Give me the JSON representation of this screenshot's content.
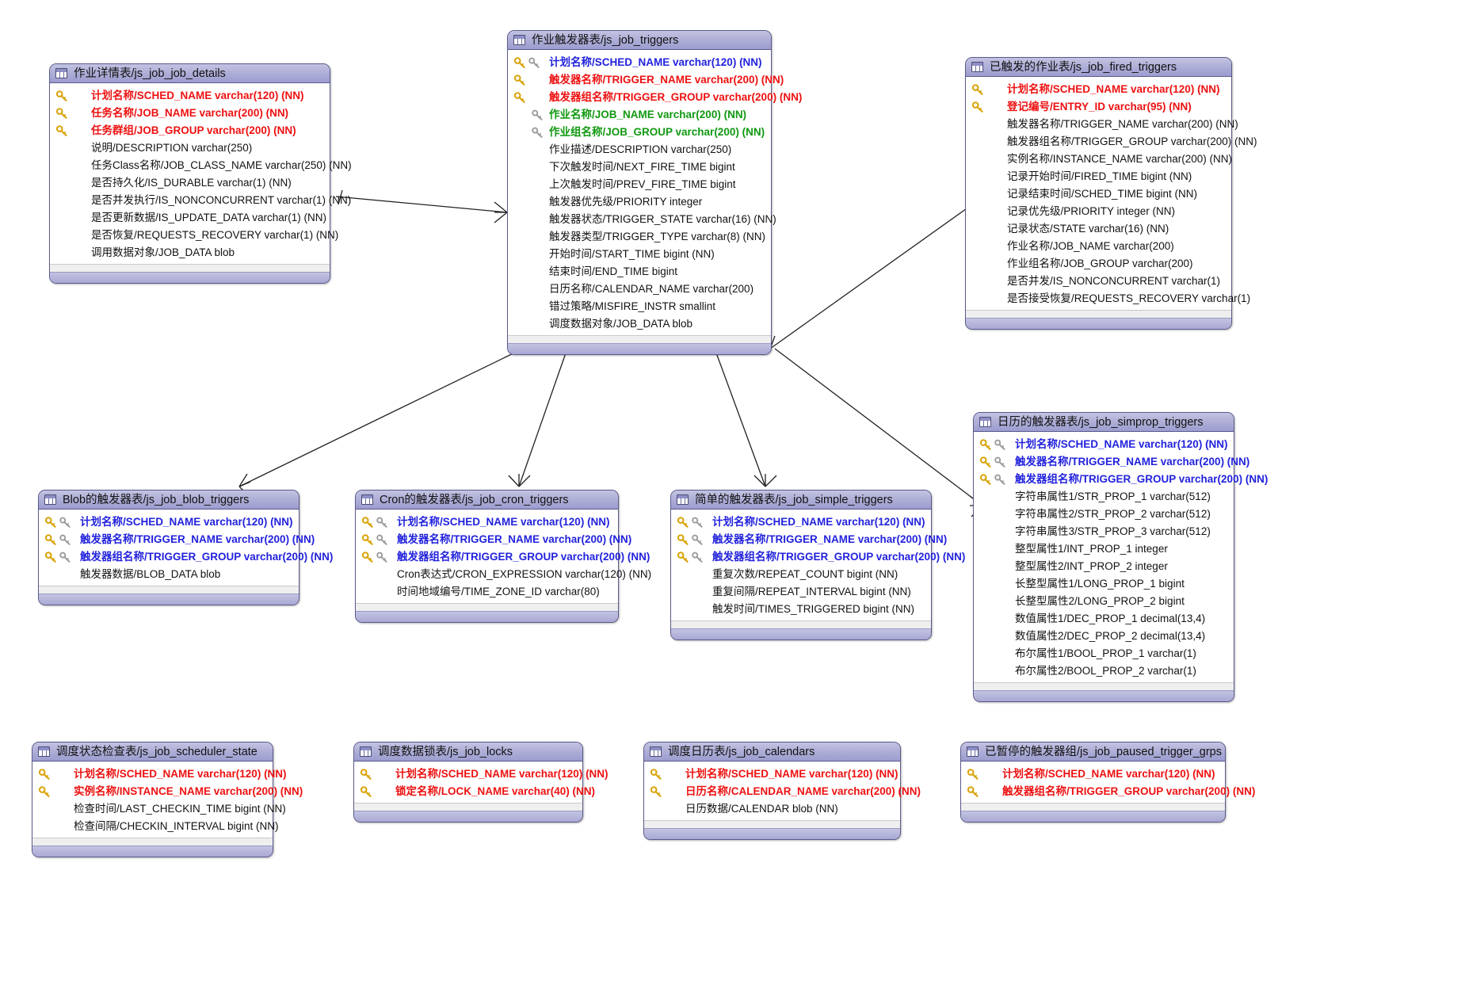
{
  "diagram": {
    "title": "Quartz Scheduler ER Diagram",
    "colors": {
      "pk": "#ee1111",
      "pk_fk": "#2222dd",
      "fk": "#119911",
      "plain": "#111111",
      "header_bg": "#b0b0d8",
      "border": "#5a5a8c",
      "background": "#ffffff"
    },
    "legend": {
      "pk_key_icon": "gold-key-icon",
      "fk_key_icon": "gray-key-icon",
      "table_icon": "table-icon"
    }
  },
  "entities": [
    {
      "id": "job_details",
      "title": "作业详情表/js_job_job_details",
      "fields": [
        {
          "text": "计划名称/SCHED_NAME varchar(120) (NN)",
          "cls": "pk",
          "pk": true,
          "fk": false
        },
        {
          "text": "任务名称/JOB_NAME varchar(200) (NN)",
          "cls": "pk",
          "pk": true,
          "fk": false
        },
        {
          "text": "任务群组/JOB_GROUP varchar(200) (NN)",
          "cls": "pk",
          "pk": true,
          "fk": false
        },
        {
          "text": "说明/DESCRIPTION varchar(250)",
          "cls": "plain",
          "pk": false,
          "fk": false
        },
        {
          "text": "任务Class名称/JOB_CLASS_NAME varchar(250) (NN)",
          "cls": "plain",
          "pk": false,
          "fk": false
        },
        {
          "text": "是否持久化/IS_DURABLE varchar(1) (NN)",
          "cls": "plain",
          "pk": false,
          "fk": false
        },
        {
          "text": "是否并发执行/IS_NONCONCURRENT varchar(1) (NN)",
          "cls": "plain",
          "pk": false,
          "fk": false
        },
        {
          "text": "是否更新数据/IS_UPDATE_DATA varchar(1) (NN)",
          "cls": "plain",
          "pk": false,
          "fk": false
        },
        {
          "text": "是否恢复/REQUESTS_RECOVERY varchar(1) (NN)",
          "cls": "plain",
          "pk": false,
          "fk": false
        },
        {
          "text": "调用数据对象/JOB_DATA blob",
          "cls": "plain",
          "pk": false,
          "fk": false
        }
      ]
    },
    {
      "id": "job_triggers",
      "title": "作业触发器表/js_job_triggers",
      "fields": [
        {
          "text": "计划名称/SCHED_NAME varchar(120) (NN)",
          "cls": "pkfk",
          "pk": true,
          "fk": true
        },
        {
          "text": "触发器名称/TRIGGER_NAME varchar(200) (NN)",
          "cls": "pk",
          "pk": true,
          "fk": false
        },
        {
          "text": "触发器组名称/TRIGGER_GROUP varchar(200) (NN)",
          "cls": "pk",
          "pk": true,
          "fk": false
        },
        {
          "text": "作业名称/JOB_NAME varchar(200) (NN)",
          "cls": "fk",
          "pk": false,
          "fk": true
        },
        {
          "text": "作业组名称/JOB_GROUP varchar(200) (NN)",
          "cls": "fk",
          "pk": false,
          "fk": true
        },
        {
          "text": "作业描述/DESCRIPTION varchar(250)",
          "cls": "plain",
          "pk": false,
          "fk": false
        },
        {
          "text": "下次触发时间/NEXT_FIRE_TIME bigint",
          "cls": "plain",
          "pk": false,
          "fk": false
        },
        {
          "text": "上次触发时间/PREV_FIRE_TIME bigint",
          "cls": "plain",
          "pk": false,
          "fk": false
        },
        {
          "text": "触发器优先级/PRIORITY integer",
          "cls": "plain",
          "pk": false,
          "fk": false
        },
        {
          "text": "触发器状态/TRIGGER_STATE varchar(16) (NN)",
          "cls": "plain",
          "pk": false,
          "fk": false
        },
        {
          "text": "触发器类型/TRIGGER_TYPE varchar(8) (NN)",
          "cls": "plain",
          "pk": false,
          "fk": false
        },
        {
          "text": "开始时间/START_TIME bigint (NN)",
          "cls": "plain",
          "pk": false,
          "fk": false
        },
        {
          "text": "结束时间/END_TIME bigint",
          "cls": "plain",
          "pk": false,
          "fk": false
        },
        {
          "text": "日历名称/CALENDAR_NAME varchar(200)",
          "cls": "plain",
          "pk": false,
          "fk": false
        },
        {
          "text": "错过策略/MISFIRE_INSTR smallint",
          "cls": "plain",
          "pk": false,
          "fk": false
        },
        {
          "text": "调度数据对象/JOB_DATA blob",
          "cls": "plain",
          "pk": false,
          "fk": false
        }
      ]
    },
    {
      "id": "fired_triggers",
      "title": "已触发的作业表/js_job_fired_triggers",
      "fields": [
        {
          "text": "计划名称/SCHED_NAME varchar(120) (NN)",
          "cls": "pk",
          "pk": true,
          "fk": false
        },
        {
          "text": "登记编号/ENTRY_ID varchar(95) (NN)",
          "cls": "pk",
          "pk": true,
          "fk": false
        },
        {
          "text": "触发器名称/TRIGGER_NAME varchar(200) (NN)",
          "cls": "plain",
          "pk": false,
          "fk": false
        },
        {
          "text": "触发器组名称/TRIGGER_GROUP varchar(200) (NN)",
          "cls": "plain",
          "pk": false,
          "fk": false
        },
        {
          "text": "实例名称/INSTANCE_NAME varchar(200) (NN)",
          "cls": "plain",
          "pk": false,
          "fk": false
        },
        {
          "text": "记录开始时间/FIRED_TIME bigint (NN)",
          "cls": "plain",
          "pk": false,
          "fk": false
        },
        {
          "text": "记录结束时间/SCHED_TIME bigint (NN)",
          "cls": "plain",
          "pk": false,
          "fk": false
        },
        {
          "text": "记录优先级/PRIORITY integer (NN)",
          "cls": "plain",
          "pk": false,
          "fk": false
        },
        {
          "text": "记录状态/STATE varchar(16) (NN)",
          "cls": "plain",
          "pk": false,
          "fk": false
        },
        {
          "text": "作业名称/JOB_NAME varchar(200)",
          "cls": "plain",
          "pk": false,
          "fk": false
        },
        {
          "text": "作业组名称/JOB_GROUP varchar(200)",
          "cls": "plain",
          "pk": false,
          "fk": false
        },
        {
          "text": "是否并发/IS_NONCONCURRENT varchar(1)",
          "cls": "plain",
          "pk": false,
          "fk": false
        },
        {
          "text": "是否接受恢复/REQUESTS_RECOVERY varchar(1)",
          "cls": "plain",
          "pk": false,
          "fk": false
        }
      ]
    },
    {
      "id": "simprop_triggers",
      "title": "日历的触发器表/js_job_simprop_triggers",
      "fields": [
        {
          "text": "计划名称/SCHED_NAME varchar(120) (NN)",
          "cls": "pkfk",
          "pk": true,
          "fk": true
        },
        {
          "text": "触发器名称/TRIGGER_NAME varchar(200) (NN)",
          "cls": "pkfk",
          "pk": true,
          "fk": true
        },
        {
          "text": "触发器组名称/TRIGGER_GROUP varchar(200) (NN)",
          "cls": "pkfk",
          "pk": true,
          "fk": true
        },
        {
          "text": "字符串属性1/STR_PROP_1 varchar(512)",
          "cls": "plain",
          "pk": false,
          "fk": false
        },
        {
          "text": "字符串属性2/STR_PROP_2 varchar(512)",
          "cls": "plain",
          "pk": false,
          "fk": false
        },
        {
          "text": "字符串属性3/STR_PROP_3 varchar(512)",
          "cls": "plain",
          "pk": false,
          "fk": false
        },
        {
          "text": "整型属性1/INT_PROP_1 integer",
          "cls": "plain",
          "pk": false,
          "fk": false
        },
        {
          "text": "整型属性2/INT_PROP_2 integer",
          "cls": "plain",
          "pk": false,
          "fk": false
        },
        {
          "text": "长整型属性1/LONG_PROP_1 bigint",
          "cls": "plain",
          "pk": false,
          "fk": false
        },
        {
          "text": "长整型属性2/LONG_PROP_2 bigint",
          "cls": "plain",
          "pk": false,
          "fk": false
        },
        {
          "text": "数值属性1/DEC_PROP_1 decimal(13,4)",
          "cls": "plain",
          "pk": false,
          "fk": false
        },
        {
          "text": "数值属性2/DEC_PROP_2 decimal(13,4)",
          "cls": "plain",
          "pk": false,
          "fk": false
        },
        {
          "text": "布尔属性1/BOOL_PROP_1 varchar(1)",
          "cls": "plain",
          "pk": false,
          "fk": false
        },
        {
          "text": "布尔属性2/BOOL_PROP_2 varchar(1)",
          "cls": "plain",
          "pk": false,
          "fk": false
        }
      ]
    },
    {
      "id": "blob_triggers",
      "title": "Blob的触发器表/js_job_blob_triggers",
      "fields": [
        {
          "text": "计划名称/SCHED_NAME varchar(120) (NN)",
          "cls": "pkfk",
          "pk": true,
          "fk": true
        },
        {
          "text": "触发器名称/TRIGGER_NAME varchar(200) (NN)",
          "cls": "pkfk",
          "pk": true,
          "fk": true
        },
        {
          "text": "触发器组名称/TRIGGER_GROUP varchar(200) (NN)",
          "cls": "pkfk",
          "pk": true,
          "fk": true
        },
        {
          "text": "触发器数据/BLOB_DATA blob",
          "cls": "plain",
          "pk": false,
          "fk": false
        }
      ]
    },
    {
      "id": "cron_triggers",
      "title": "Cron的触发器表/js_job_cron_triggers",
      "fields": [
        {
          "text": "计划名称/SCHED_NAME varchar(120) (NN)",
          "cls": "pkfk",
          "pk": true,
          "fk": true
        },
        {
          "text": "触发器名称/TRIGGER_NAME varchar(200) (NN)",
          "cls": "pkfk",
          "pk": true,
          "fk": true
        },
        {
          "text": "触发器组名称/TRIGGER_GROUP varchar(200) (NN)",
          "cls": "pkfk",
          "pk": true,
          "fk": true
        },
        {
          "text": "Cron表达式/CRON_EXPRESSION varchar(120) (NN)",
          "cls": "plain",
          "pk": false,
          "fk": false
        },
        {
          "text": "时间地域编号/TIME_ZONE_ID varchar(80)",
          "cls": "plain",
          "pk": false,
          "fk": false
        }
      ]
    },
    {
      "id": "simple_triggers",
      "title": "简单的触发器表/js_job_simple_triggers",
      "fields": [
        {
          "text": "计划名称/SCHED_NAME varchar(120) (NN)",
          "cls": "pkfk",
          "pk": true,
          "fk": true
        },
        {
          "text": "触发器名称/TRIGGER_NAME varchar(200) (NN)",
          "cls": "pkfk",
          "pk": true,
          "fk": true
        },
        {
          "text": "触发器组名称/TRIGGER_GROUP varchar(200) (NN)",
          "cls": "pkfk",
          "pk": true,
          "fk": true
        },
        {
          "text": "重复次数/REPEAT_COUNT bigint (NN)",
          "cls": "plain",
          "pk": false,
          "fk": false
        },
        {
          "text": "重复间隔/REPEAT_INTERVAL bigint (NN)",
          "cls": "plain",
          "pk": false,
          "fk": false
        },
        {
          "text": "触发时间/TIMES_TRIGGERED bigint (NN)",
          "cls": "plain",
          "pk": false,
          "fk": false
        }
      ]
    },
    {
      "id": "scheduler_state",
      "title": "调度状态检查表/js_job_scheduler_state",
      "fields": [
        {
          "text": "计划名称/SCHED_NAME varchar(120) (NN)",
          "cls": "pk",
          "pk": true,
          "fk": false
        },
        {
          "text": "实例名称/INSTANCE_NAME varchar(200) (NN)",
          "cls": "pk",
          "pk": true,
          "fk": false
        },
        {
          "text": "检查时间/LAST_CHECKIN_TIME bigint (NN)",
          "cls": "plain",
          "pk": false,
          "fk": false
        },
        {
          "text": "检查间隔/CHECKIN_INTERVAL bigint (NN)",
          "cls": "plain",
          "pk": false,
          "fk": false
        }
      ]
    },
    {
      "id": "locks",
      "title": "调度数据锁表/js_job_locks",
      "fields": [
        {
          "text": "计划名称/SCHED_NAME varchar(120) (NN)",
          "cls": "pk",
          "pk": true,
          "fk": false
        },
        {
          "text": "锁定名称/LOCK_NAME varchar(40) (NN)",
          "cls": "pk",
          "pk": true,
          "fk": false
        }
      ]
    },
    {
      "id": "calendars",
      "title": "调度日历表/js_job_calendars",
      "fields": [
        {
          "text": "计划名称/SCHED_NAME varchar(120) (NN)",
          "cls": "pk",
          "pk": true,
          "fk": false
        },
        {
          "text": "日历名称/CALENDAR_NAME varchar(200) (NN)",
          "cls": "pk",
          "pk": true,
          "fk": false
        },
        {
          "text": "日历数据/CALENDAR blob (NN)",
          "cls": "plain",
          "pk": false,
          "fk": false
        }
      ]
    },
    {
      "id": "paused_trigger_grps",
      "title": "已暂停的触发器组/js_job_paused_trigger_grps",
      "fields": [
        {
          "text": "计划名称/SCHED_NAME varchar(120) (NN)",
          "cls": "pk",
          "pk": true,
          "fk": false
        },
        {
          "text": "触发器组名称/TRIGGER_GROUP varchar(200) (NN)",
          "cls": "pk",
          "pk": true,
          "fk": false
        }
      ]
    }
  ],
  "relationships": [
    {
      "from": "job_details",
      "to": "job_triggers"
    },
    {
      "from": "job_triggers",
      "to": "fired_triggers"
    },
    {
      "from": "job_triggers",
      "to": "simprop_triggers"
    },
    {
      "from": "job_triggers",
      "to": "blob_triggers"
    },
    {
      "from": "job_triggers",
      "to": "cron_triggers"
    },
    {
      "from": "job_triggers",
      "to": "simple_triggers"
    }
  ]
}
